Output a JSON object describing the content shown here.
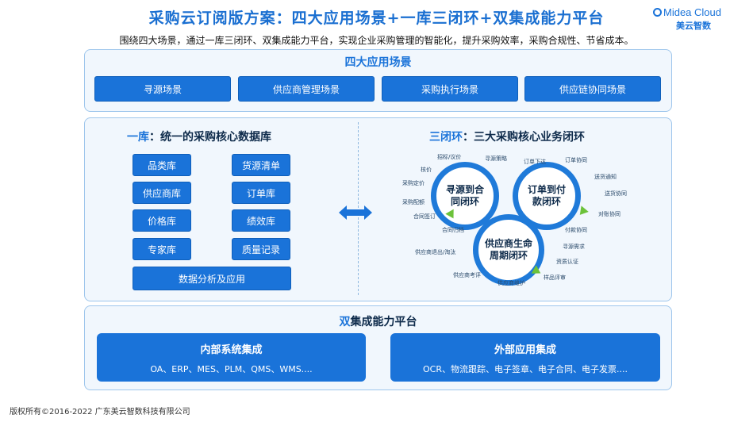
{
  "header": {
    "title": "采购云订阅版方案：四大应用场景+一库三闭环+双集成能力平台",
    "logo_en": "Midea Cloud",
    "logo_cn": "美云智数",
    "subtitle": "围绕四大场景，通过一库三闭环、双集成能力平台，实现企业采购管理的智能化，提升采购效率，采购合规性、节省成本。"
  },
  "scenes": {
    "title": "四大应用场景",
    "items": [
      "寻源场景",
      "供应商管理场景",
      "采购执行场景",
      "供应链协同场景"
    ]
  },
  "database": {
    "title_hl": "一库",
    "title_rest": "：统一的采购核心数据库",
    "items": [
      "品类库",
      "货源清单",
      "供应商库",
      "订单库",
      "价格库",
      "绩效库",
      "专家库",
      "质量记录"
    ],
    "wide_item": "数据分析及应用"
  },
  "loops": {
    "title_hl": "三闭环",
    "title_rest": "：三大采购核心业务闭环",
    "ring1": "寻源到合同闭环",
    "ring2": "订单到付款闭环",
    "ring3": "供应商生命周期闭环",
    "tags": [
      "招标/议价",
      "寻源策略",
      "核价",
      "采购定价",
      "采购配额",
      "合同签订",
      "合同归档",
      "订单下达",
      "订单协同",
      "送货通知",
      "送货协同",
      "对账协同",
      "付款协同",
      "寻源需求",
      "资质认证",
      "样品评审",
      "供应商维护",
      "供应商考评",
      "供应商退出/淘汰"
    ]
  },
  "integration": {
    "title_hl": "双",
    "title_rest": "集成能力平台",
    "internal_title": "内部系统集成",
    "internal_items": "OA、ERP、MES、PLM、QMS、WMS....",
    "external_title": "外部应用集成",
    "external_items": "OCR、物流跟踪、电子签章、电子合同、电子发票...."
  },
  "footer": "版权所有©2016-2022 广东美云智数科技有限公司",
  "colors": {
    "accent": "#1a73d9",
    "panel": "#f1f7fd",
    "arrow": "#6cc23a"
  }
}
